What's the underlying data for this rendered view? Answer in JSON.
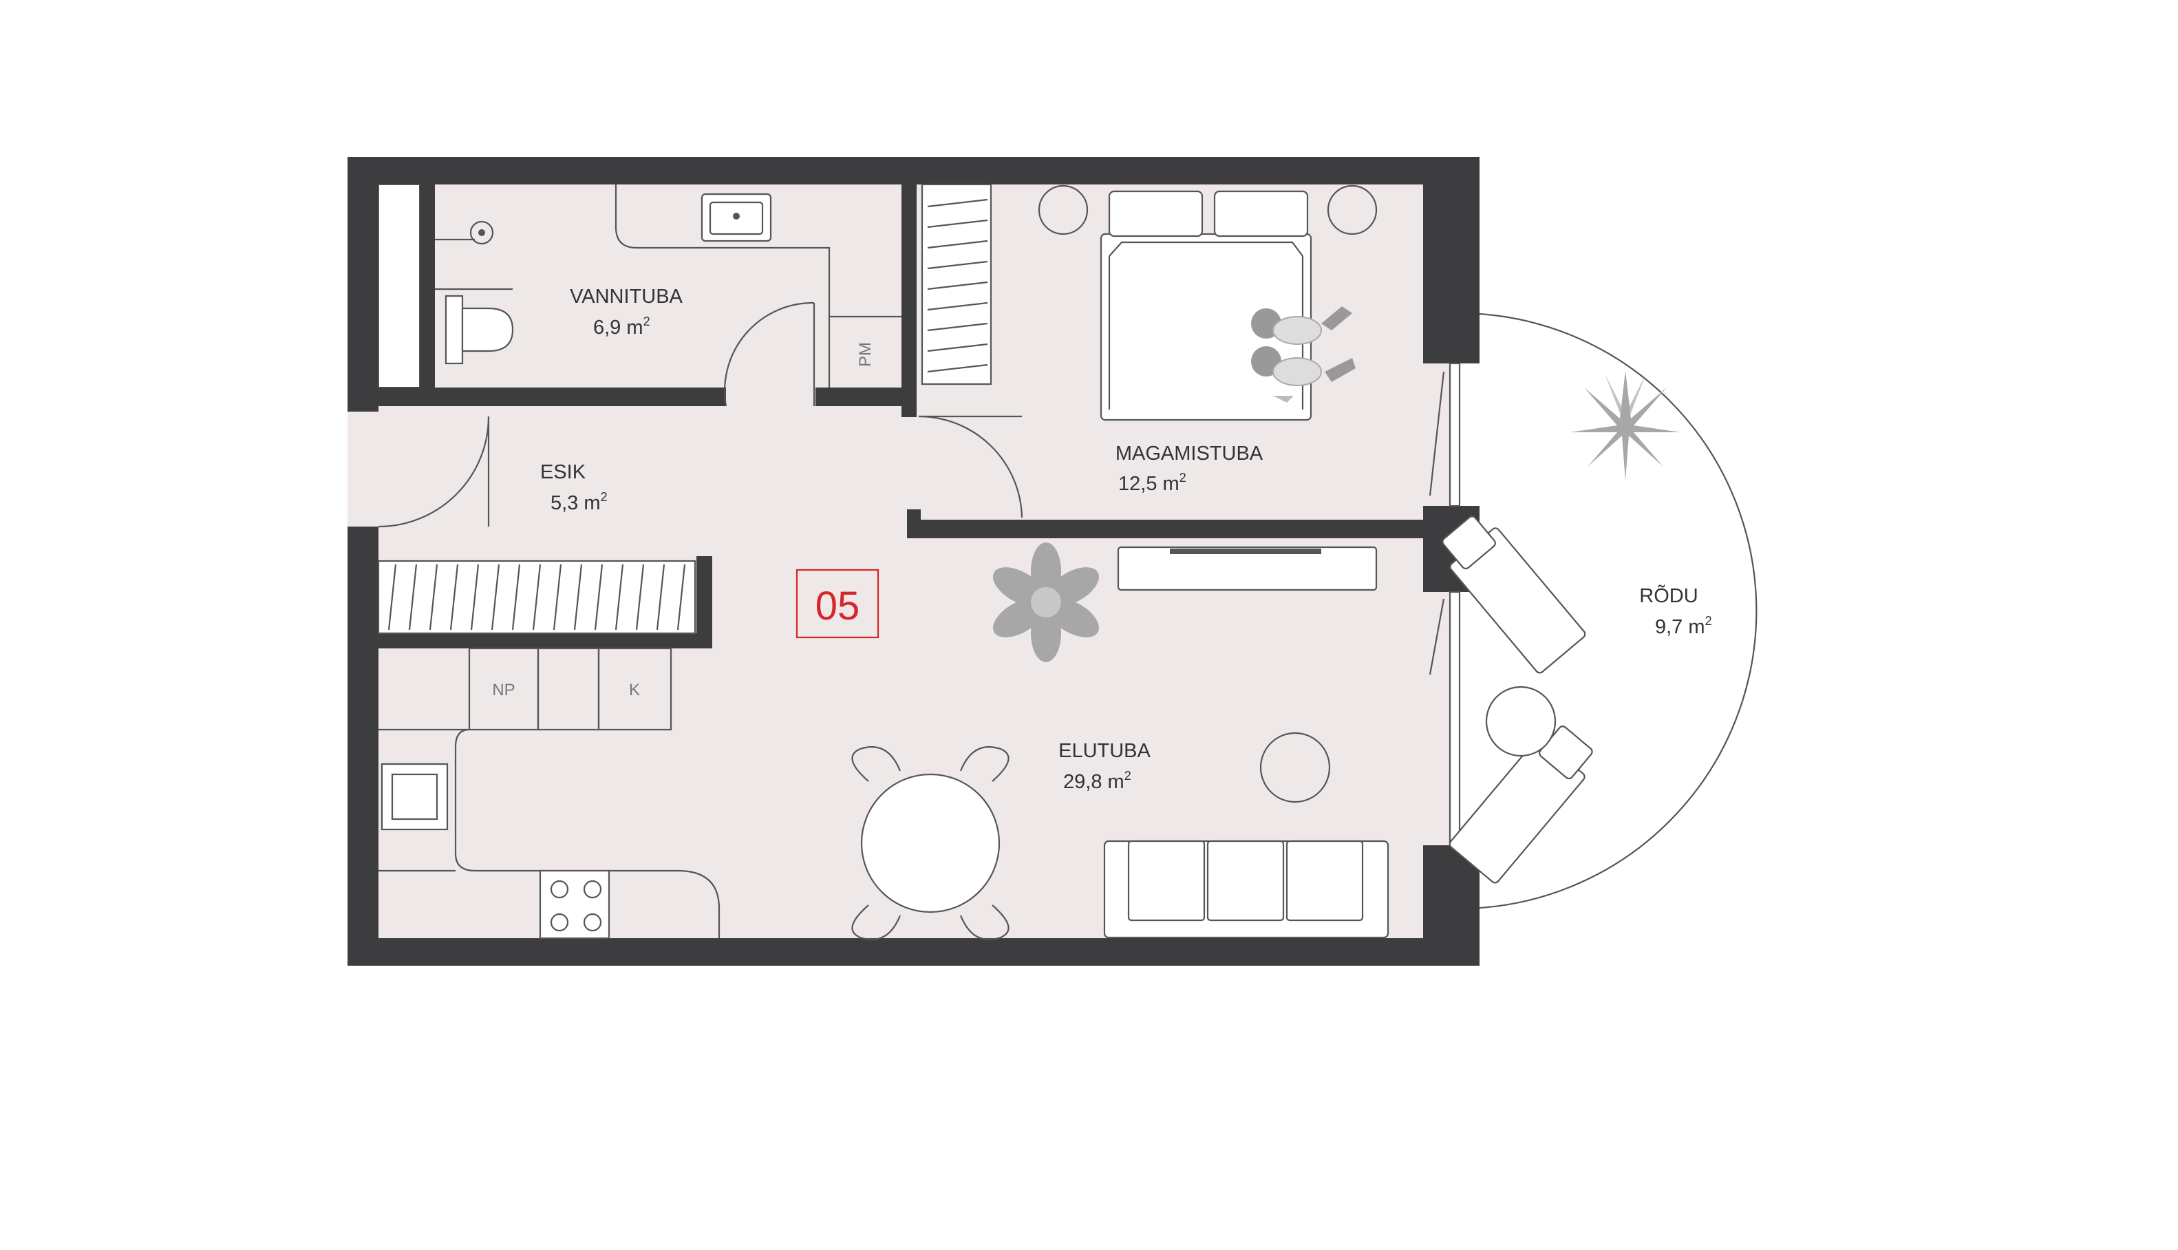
{
  "unit": {
    "number": "05",
    "accent_color": "#d6252b"
  },
  "colors": {
    "wall": "#3d3d3f",
    "floor": "#efe8e8",
    "line": "#555555",
    "plant": "#a7a7a7"
  },
  "rooms": [
    {
      "id": "vannituba",
      "name": "VANNITUBA",
      "area": "6,9",
      "unit": "m",
      "exponent": "2"
    },
    {
      "id": "esik",
      "name": "ESIK",
      "area": "5,3",
      "unit": "m",
      "exponent": "2"
    },
    {
      "id": "magamistuba",
      "name": "MAGAMISTUBA",
      "area": "12,5",
      "unit": "m",
      "exponent": "2"
    },
    {
      "id": "elutuba",
      "name": "ELUTUBA",
      "area": "29,8",
      "unit": "m",
      "exponent": "2"
    },
    {
      "id": "rodu",
      "name": "RÕDU",
      "area": "9,7",
      "unit": "m",
      "exponent": "2"
    }
  ],
  "appliance_labels": {
    "washing_machine": "PM",
    "dishwasher": "NP",
    "fridge": "K"
  },
  "icons": [
    "sink-icon",
    "toilet-icon",
    "shower-icon",
    "bed-icon",
    "sofa-icon",
    "dining-table-icon",
    "hob-icon",
    "plant-icon",
    "deck-chair-icon",
    "wardrobe-icon",
    "tv-icon",
    "people-icon"
  ]
}
